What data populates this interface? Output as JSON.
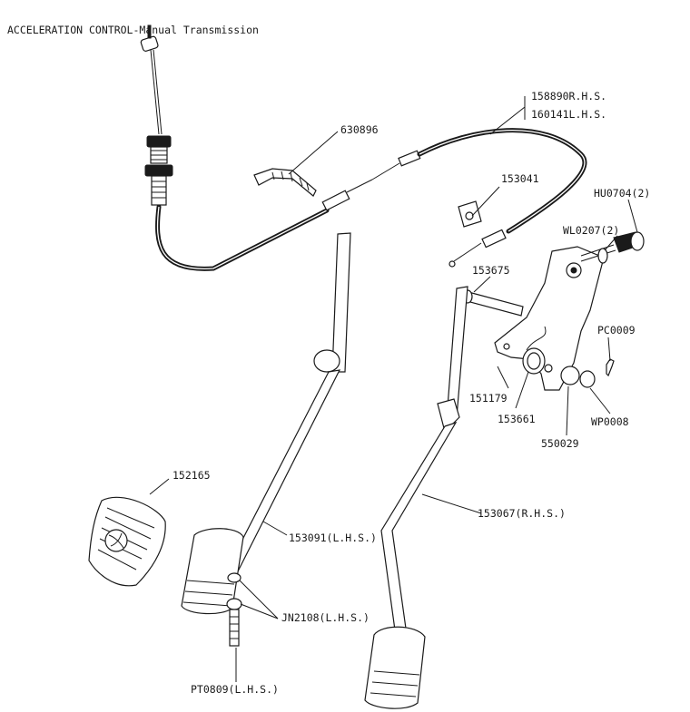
{
  "title": "ACCELERATION CONTROL-Manual Transmission",
  "labels": {
    "cable_rhs": "158890R.H.S.",
    "cable_lhs": "160141L.H.S.",
    "p630896": "630896",
    "p153041": "153041",
    "hu0704": "HU0704(2)",
    "wl0207": "WL0207(2)",
    "p153675": "153675",
    "pc0009": "PC0009",
    "p151179": "151179",
    "p153661": "153661",
    "wp0008": "WP0008",
    "p550029": "550029",
    "p152165": "152165",
    "p153091": "153091(L.H.S.)",
    "p153067": "153067(R.H.S.)",
    "jn2108": "JN2108(L.H.S.)",
    "pt0809": "PT0809(L.H.S.)"
  }
}
